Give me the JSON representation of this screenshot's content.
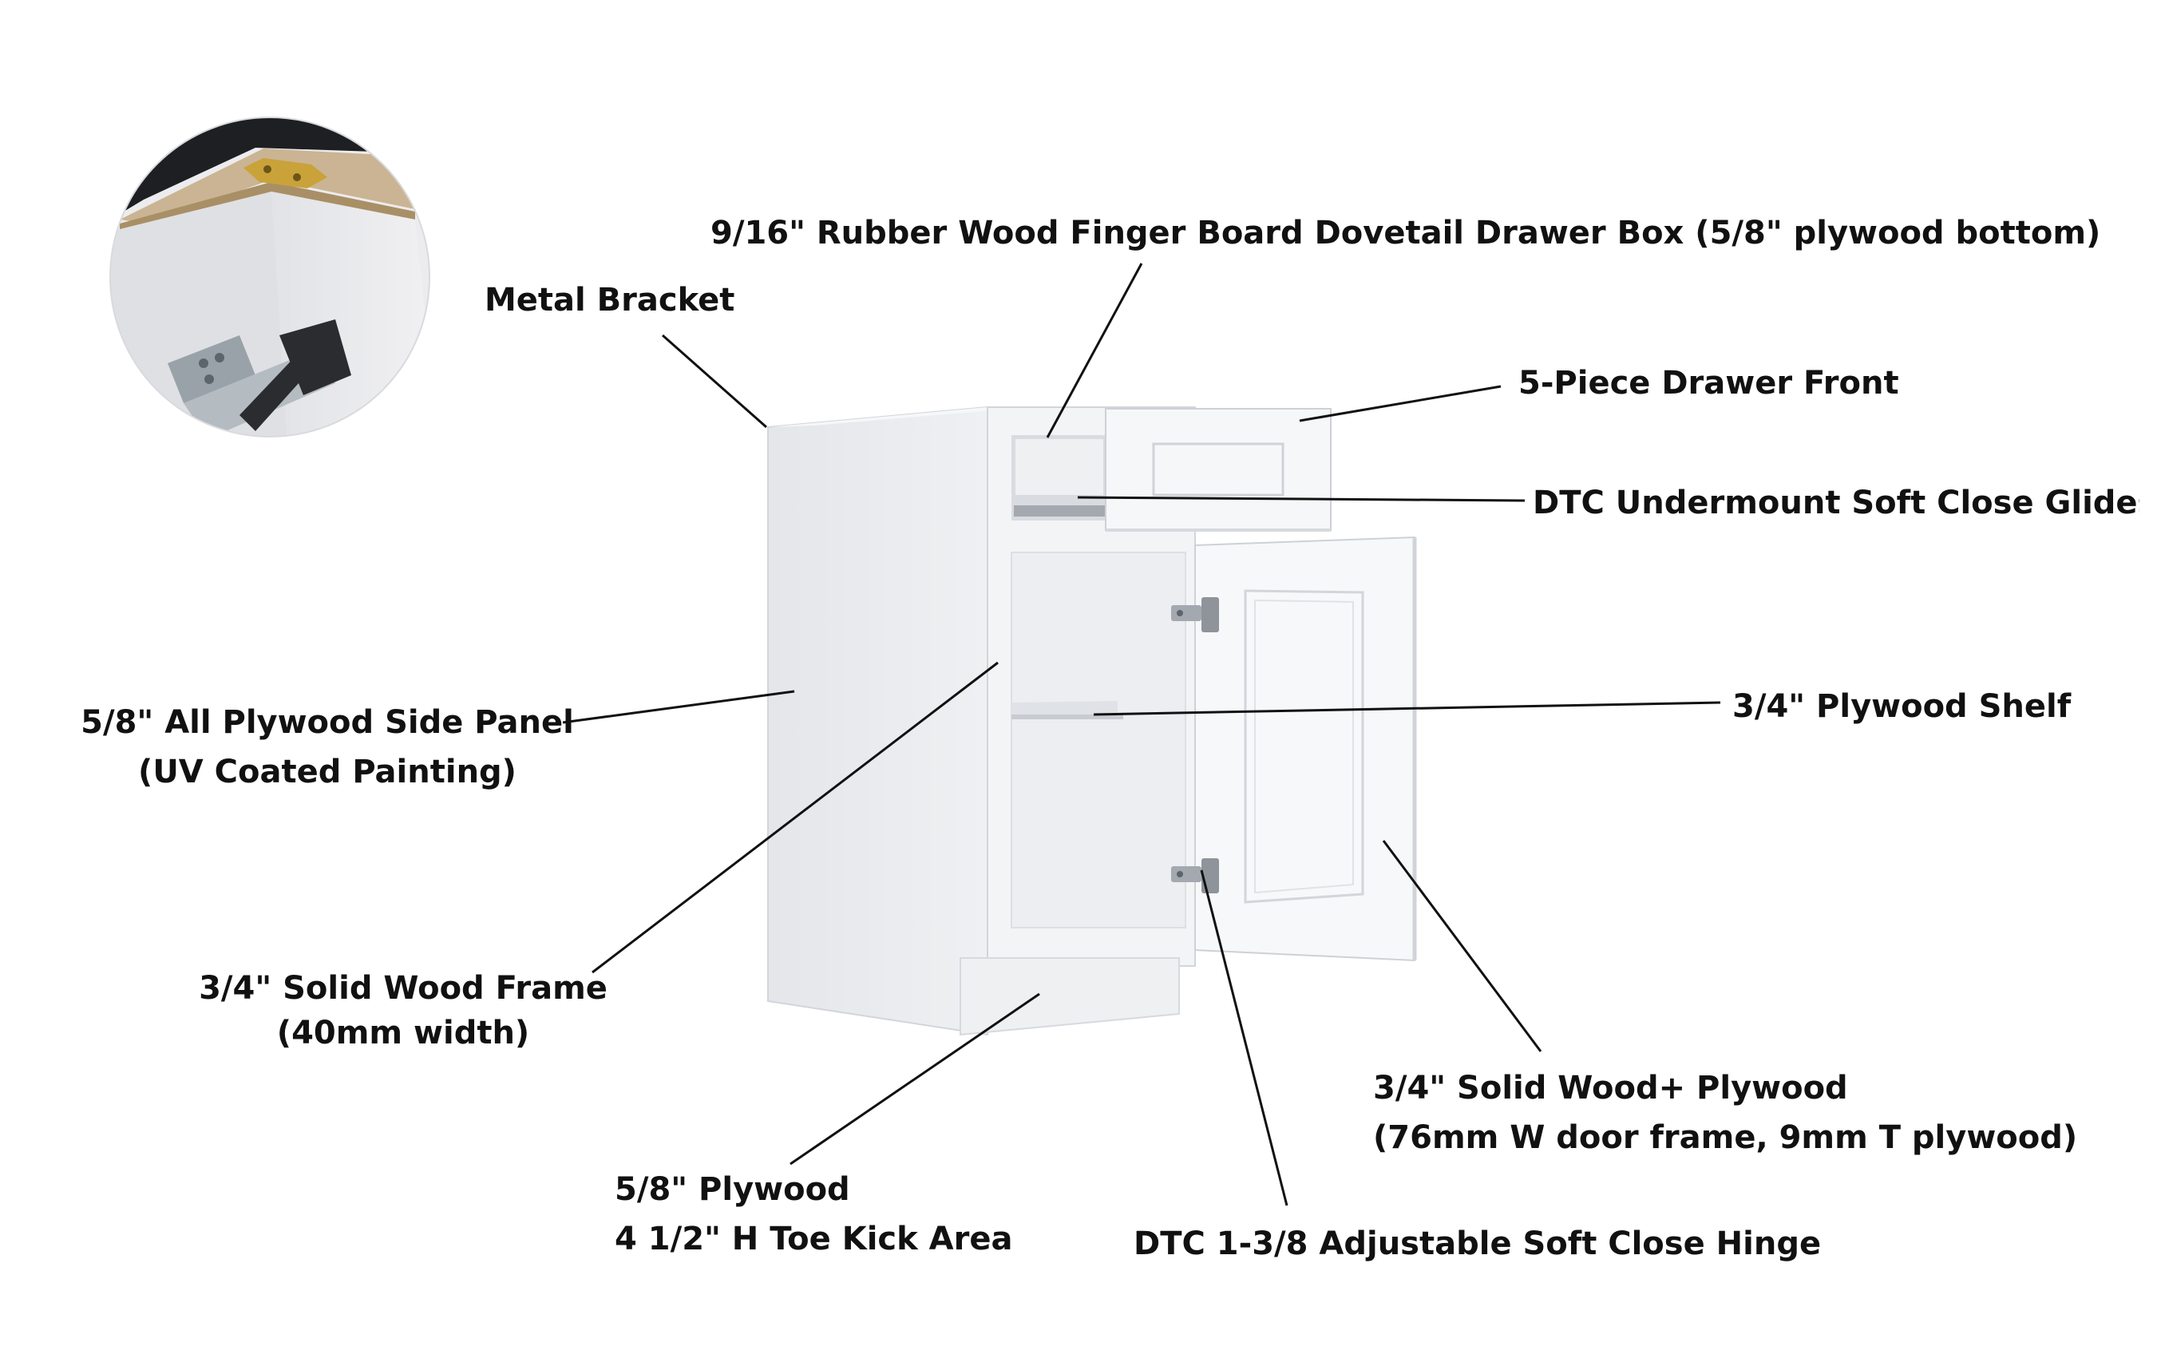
{
  "colors": {
    "text": "#111111",
    "leader_line": "#111111",
    "cabinet_face": "#f2f3f5",
    "cabinet_side": "#e7e9ec",
    "cabinet_shadow": "#d6d9de",
    "hardware": "#a4a9b0",
    "inset_background": "#ececee",
    "inset_dark": "#1d1f22",
    "bracket": "#c9a23a"
  },
  "labels": {
    "drawer_box": "9/16\" Rubber Wood Finger Board Dovetail Drawer Box (5/8\" plywood bottom)",
    "metal_bracket": "Metal Bracket",
    "drawer_front": "5-Piece Drawer Front",
    "glides": "DTC Undermount Soft Close Glides",
    "side_panel": {
      "line1": "5/8\" All Plywood Side Panel",
      "line2": "(UV Coated Painting)"
    },
    "shelf": "3/4\" Plywood Shelf",
    "frame": {
      "line1": "3/4\" Solid Wood Frame",
      "line2": "(40mm width)"
    },
    "door": {
      "line1": "3/4\" Solid Wood+ Plywood",
      "line2": "(76mm W door frame, 9mm T  plywood)"
    },
    "toe_kick": {
      "line1": "5/8\" Plywood",
      "line2": "4 1/2\" H Toe Kick Area"
    },
    "hinge": "DTC 1-3/8 Adjustable Soft Close Hinge"
  },
  "icons": {
    "inset": "metal-bracket-closeup",
    "cabinet": "base-cabinet-drawer-door",
    "hinges": "soft-close-hinge-icon"
  }
}
